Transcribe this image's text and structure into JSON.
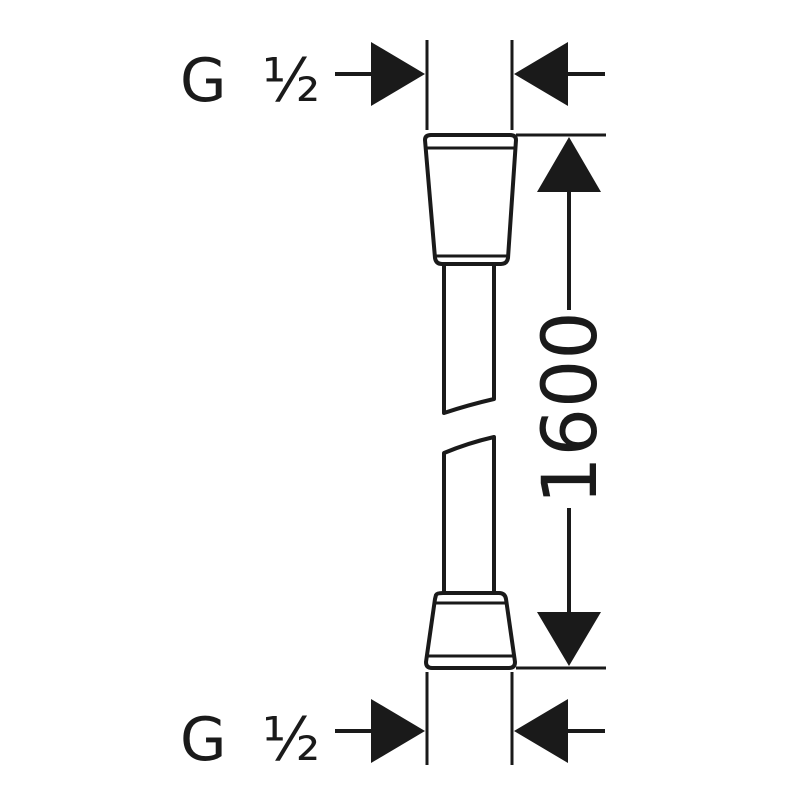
{
  "drawing": {
    "top_thread": {
      "letter": "G",
      "size": "½"
    },
    "bottom_thread": {
      "letter": "G",
      "size": "½"
    },
    "length_label": "1600",
    "line_color": "#1a1a1a",
    "background": "#ffffff"
  }
}
